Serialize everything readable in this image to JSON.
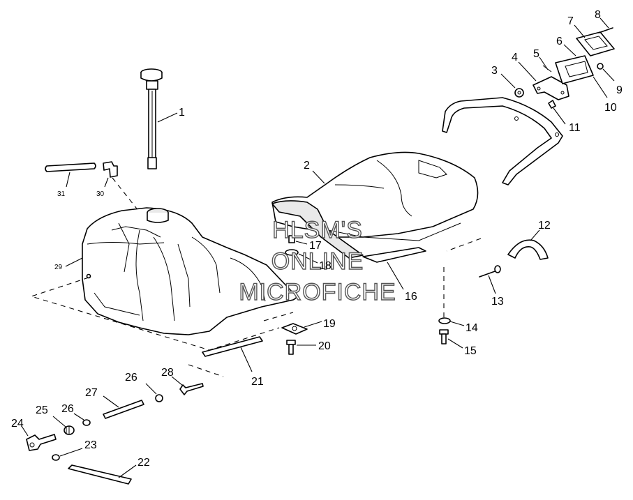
{
  "callouts": [
    "1",
    "2",
    "3",
    "4",
    "5",
    "6",
    "7",
    "8",
    "9",
    "10",
    "11",
    "12",
    "13",
    "14",
    "15",
    "16",
    "17",
    "18",
    "19",
    "20",
    "21",
    "22",
    "23",
    "24",
    "25",
    "26",
    "26",
    "27",
    "28",
    "29",
    "30",
    "31"
  ],
  "watermark": {
    "line1": "HLSM'S",
    "line2": "ONLINE",
    "line3": "MICROFICHE"
  }
}
